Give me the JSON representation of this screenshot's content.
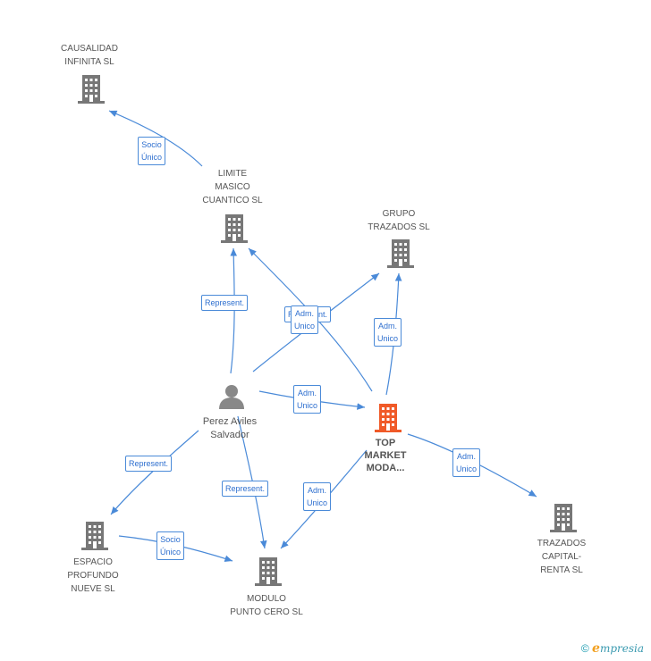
{
  "nodes": {
    "causalidad": {
      "label": "CAUSALIDAD\nINFINITA SL"
    },
    "limite": {
      "label": "LIMITE\nMASICO\nCUANTICO SL"
    },
    "grupo": {
      "label": "GRUPO\nTRAZADOS SL"
    },
    "perez": {
      "label": "Perez Aviles\nSalvador"
    },
    "top": {
      "label": "TOP\nMARKET\nMODA..."
    },
    "espacio": {
      "label": "ESPACIO\nPROFUNDO\nNUEVE SL"
    },
    "modulo": {
      "label": "MODULO\nPUNTO CERO SL"
    },
    "trazados_cap": {
      "label": "TRAZADOS\nCAPITAL-\nRENTA SL"
    }
  },
  "edges": {
    "limite_causalidad": "Socio\nÚnico",
    "perez_limite": "Represent.",
    "perez_grupo_represent": "Represent.",
    "top_limite": "Adm.\nUnico",
    "top_grupo": "Adm.\nUnico",
    "perez_top": "Adm.\nUnico",
    "perez_espacio": "Represent.",
    "perez_modulo": "Represent.",
    "top_modulo": "Adm.\nUnico",
    "top_trazados": "Adm.\nUnico",
    "espacio_modulo": "Socio\nÚnico"
  },
  "colors": {
    "edge": "#4a8ad8",
    "building": "#777777",
    "building_main": "#f05a28",
    "person": "#888888"
  },
  "footer": {
    "copyright": "©",
    "brand_initial": "e",
    "brand_rest": "mpresia"
  }
}
